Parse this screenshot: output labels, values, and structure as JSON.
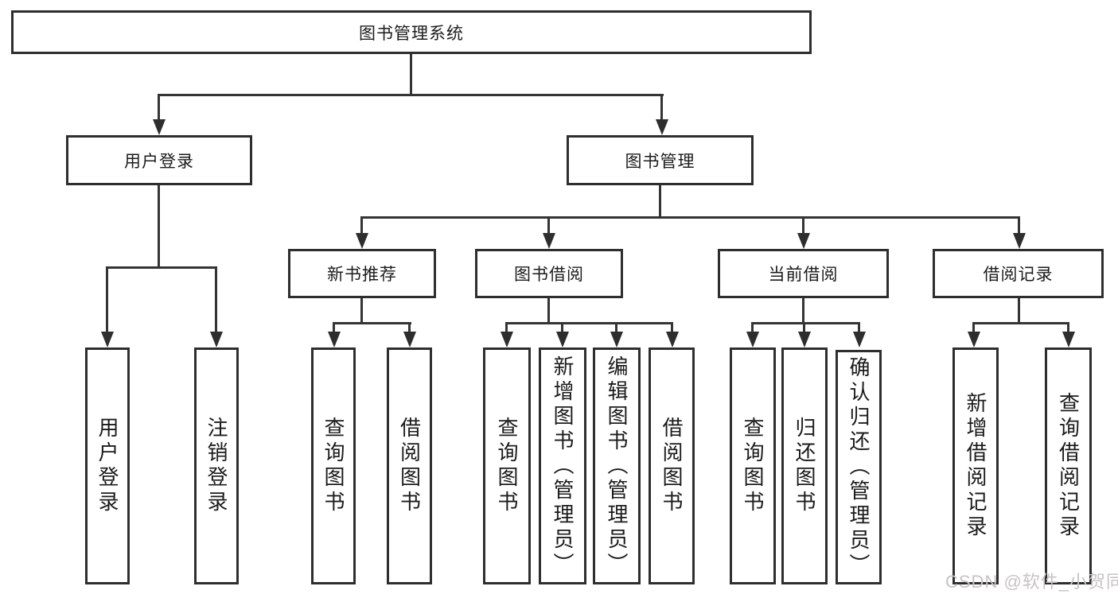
{
  "diagram": {
    "root": {
      "label": "图书管理系统"
    },
    "level2": [
      {
        "label": "用户登录"
      },
      {
        "label": "图书管理"
      }
    ],
    "level3": [
      {
        "label": "新书推荐"
      },
      {
        "label": "图书借阅"
      },
      {
        "label": "当前借阅"
      },
      {
        "label": "借阅记录"
      }
    ],
    "leaves": {
      "login": [
        "用户登录",
        "注销登录"
      ],
      "recommend": [
        "查询图书",
        "借阅图书"
      ],
      "borrow": [
        "查询图书",
        "新增图书（管理员）",
        "编辑图书（管理员）",
        "借阅图书"
      ],
      "current": [
        "查询图书",
        "归还图书",
        "确认归还（管理员）"
      ],
      "records": [
        "新增借阅记录",
        "查询借阅记录"
      ]
    }
  },
  "watermark": "CSDN @软件_小贺同学",
  "colors": {
    "line": "#343434",
    "border": "#2e2e2e",
    "text": "#1b1b1b",
    "watermark": "#c7c3c3",
    "background": "#ffffff"
  }
}
